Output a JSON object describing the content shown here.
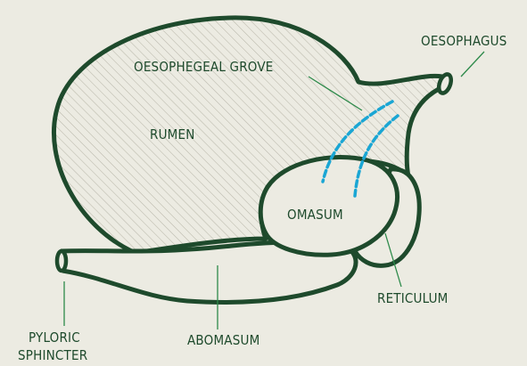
{
  "colors": {
    "background": "#ecebe2",
    "outline": "#1e4a2c",
    "hatch": "#b9b8ab",
    "groove": "#1aa6d4",
    "label_text": "#1e4a2c"
  },
  "labels": {
    "oesophagus": "OESOPHAGUS",
    "oesophageal_groove": "OESOPHEGEAL GROVE",
    "rumen": "RUMEN",
    "omasum": "OMASUM",
    "reticulum": "RETICULUM",
    "pyloric_sphincter_line1": "PYLORIC",
    "pyloric_sphincter_line2": "SPHINCTER",
    "abomasum": "ABOMASUM"
  }
}
